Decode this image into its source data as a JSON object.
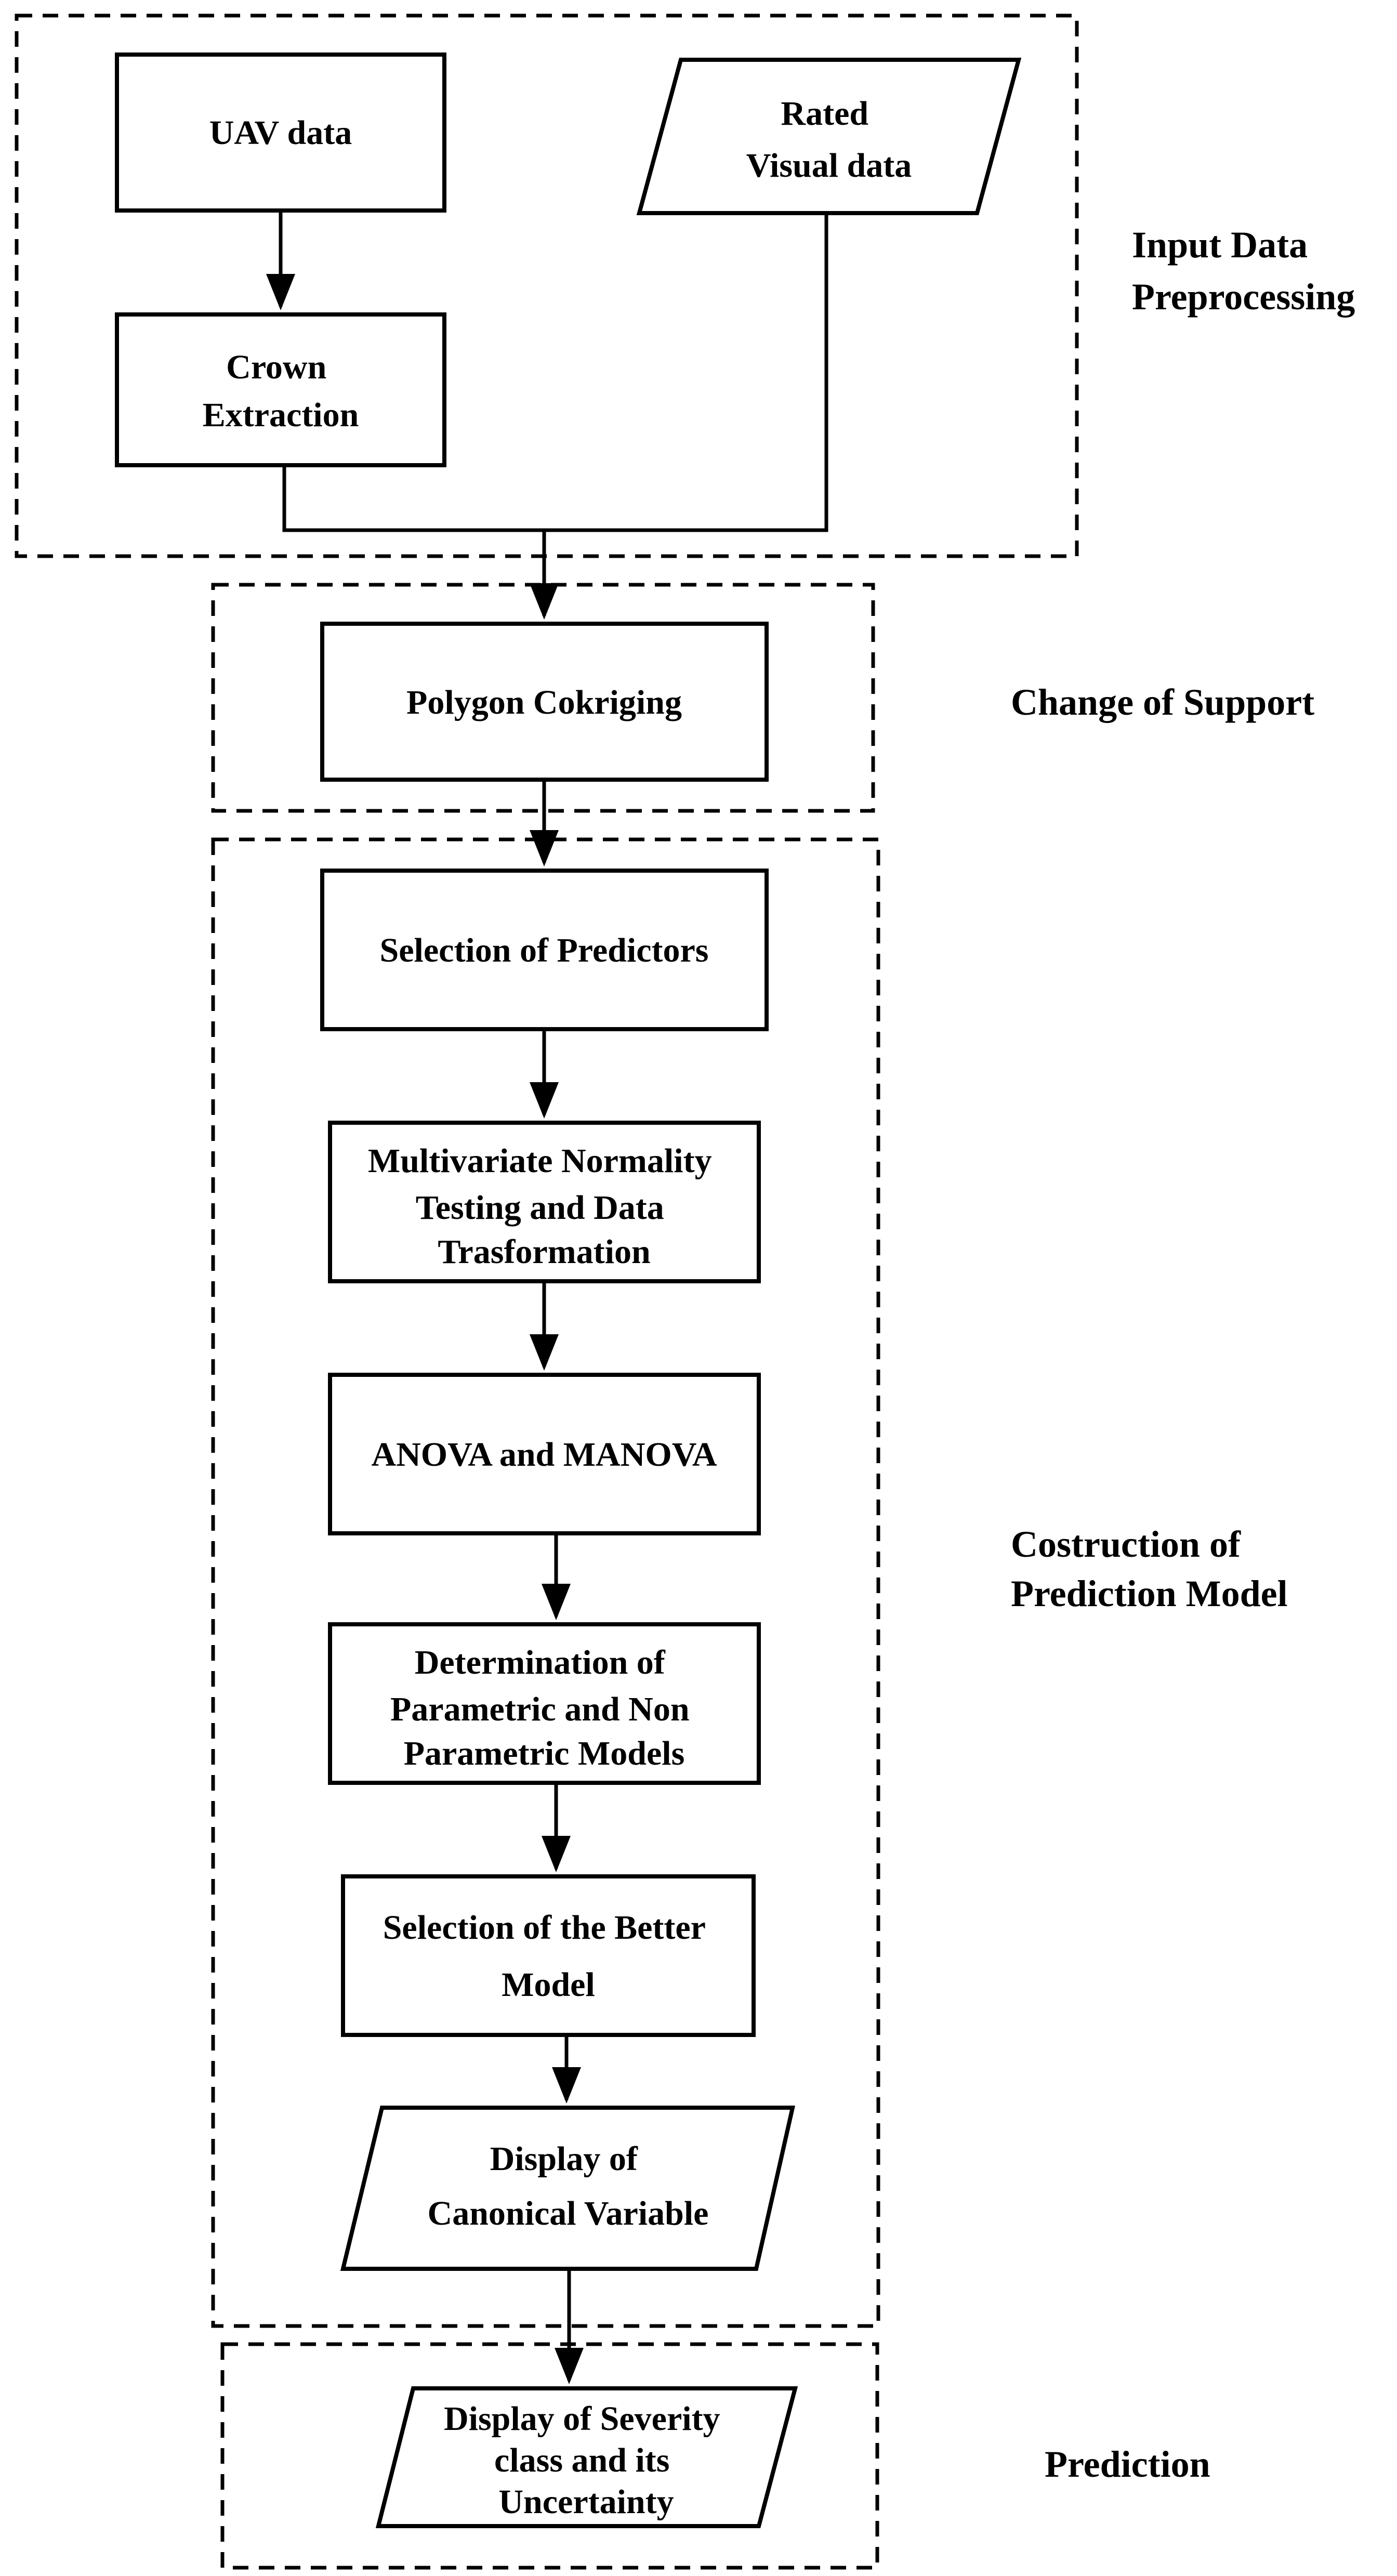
{
  "stages": {
    "input": [
      "Input Data",
      "Preprocessing"
    ],
    "support": [
      "Change of Support"
    ],
    "model": [
      "Costruction of",
      "Prediction Model"
    ],
    "prediction": [
      "Prediction"
    ]
  },
  "nodes": {
    "uav": [
      "UAV data"
    ],
    "rated": [
      "Rated",
      "Visual data"
    ],
    "crown": [
      "Crown",
      "Extraction"
    ],
    "cokriging": [
      "Polygon Cokriging"
    ],
    "predictors": [
      "Selection of Predictors"
    ],
    "normality": [
      "Multivariate Normality",
      "Testing and Data",
      "Trasformation"
    ],
    "anova": [
      "ANOVA and MANOVA"
    ],
    "models": [
      "Determination of",
      "Parametric and Non",
      "Parametric Models"
    ],
    "better": [
      "Selection of the Better",
      "Model"
    ],
    "canonical": [
      "Display of",
      "Canonical Variable"
    ],
    "severity": [
      "Display  of Severity",
      "class and its",
      "Uncertainty"
    ]
  }
}
